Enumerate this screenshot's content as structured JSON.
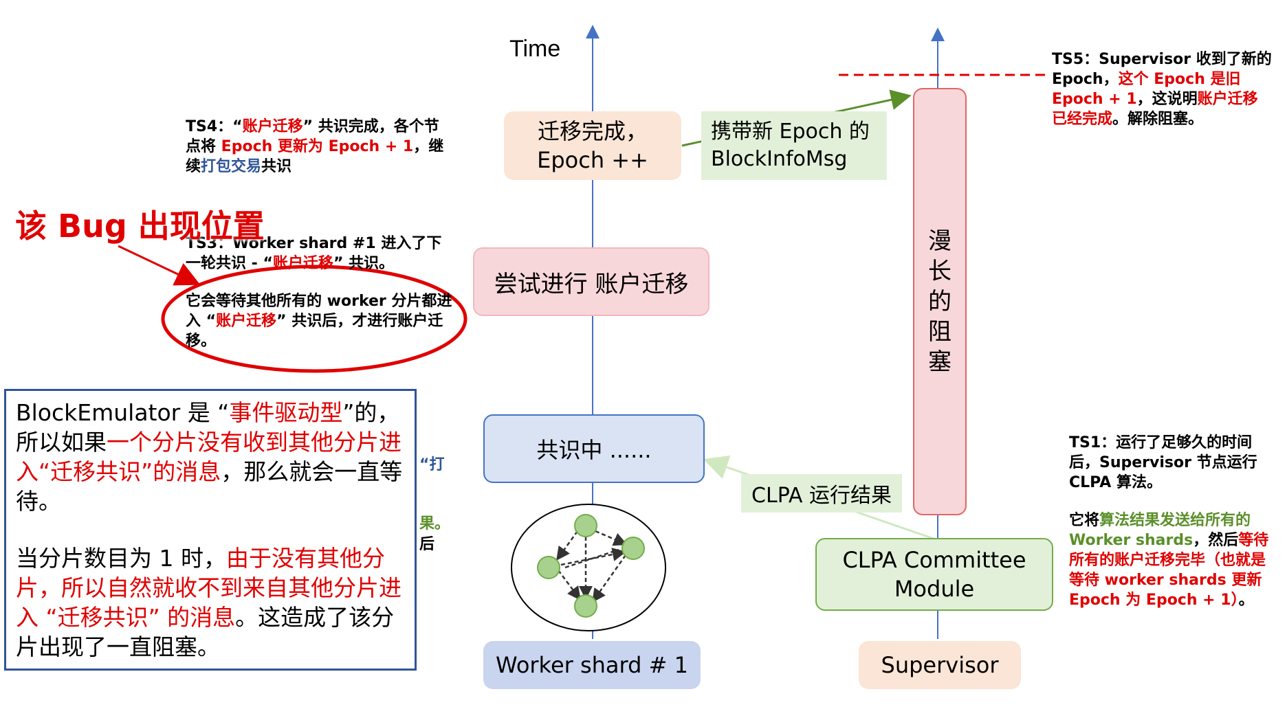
{
  "colors": {
    "axis": "#4472c4",
    "red": "#e00000",
    "blue": "#2f5597",
    "green": "#5a8f2a",
    "orange_fill": "#fbe5d6",
    "pink_fill": "#f8d7da",
    "pink_border": "#e06666",
    "blue_fill": "#dae3f3",
    "blue_border": "#4472c4",
    "green_fill": "#e2f0d9",
    "green_border": "#70ad47",
    "lavender_fill": "#c9d5ef"
  },
  "timeline": {
    "time_label": "Time",
    "box_migration_done": "迁移完成，\nEpoch ++",
    "box_try_migration": "尝试进行 账户迁移",
    "box_consensus": "共识中 ......",
    "box_worker_shard": "Worker shard # 1",
    "box_long_block": "漫\n长\n的\n阻\n塞",
    "box_clpa_module": "CLPA Committee\nModule",
    "box_supervisor": "Supervisor",
    "msg_new_epoch": "携带新 Epoch 的\nBlockInfoMsg",
    "msg_clpa_result": "CLPA 运行结果"
  },
  "bug_title": "该 Bug 出现位置",
  "ts4": {
    "p1": "TS4：“",
    "p2": "账户迁移",
    "p3": "” 共识完成，各个节点将 ",
    "p4": "Epoch 更新为 Epoch + 1",
    "p5": "，继续",
    "p6": "打包交易",
    "p7": "共识"
  },
  "ts3": {
    "line1a": "TS3：Worker shard #1 进入了下一轮共识 - “",
    "line1b": "账户迁移",
    "line1c": "” 共识。",
    "line2a": "它会等待其他所有的 worker 分片都进入 “",
    "line2b": "账户迁移",
    "line2c": "” 共识后，才进行账户迁移。"
  },
  "ts5": {
    "p1": "TS5：Supervisor 收到了新的 Epoch，",
    "p2": "这个 Epoch 是旧Epoch + 1",
    "p3": "，这说明",
    "p4": "账户迁移已经完成",
    "p5": "。解除阻塞。"
  },
  "ts1": {
    "p1": "TS1：运行了足够久的时间后，Supervisor 节点运行 CLPA 算法。",
    "p2a": "它将",
    "p2b": "算法结果发送给所有的 Worker shards",
    "p2c": "，然后",
    "p2d": "等待所有的账户迁移完毕（也就是等待 worker shards 更新 Epoch 为 Epoch + 1）",
    "p2e": "。"
  },
  "hidden_fragments": {
    "frag1": "“打",
    "frag2": "果。",
    "frag3": "后"
  },
  "explain": {
    "p1a": "BlockEmulator 是 “",
    "p1b": "事件驱动型",
    "p1c": "”的，所以如果",
    "p1d": "一个分片没有收到其他分片进入“迁移共识”的消息",
    "p1e": "，那么就会一直等待。",
    "p2a": "当分片数目为 1 时，",
    "p2b": "由于没有其他分片，所以自然就收不到来自其他分片进入 “迁移共识” 的消息",
    "p2c": "。这造成了该分片出现了一直阻塞。"
  }
}
